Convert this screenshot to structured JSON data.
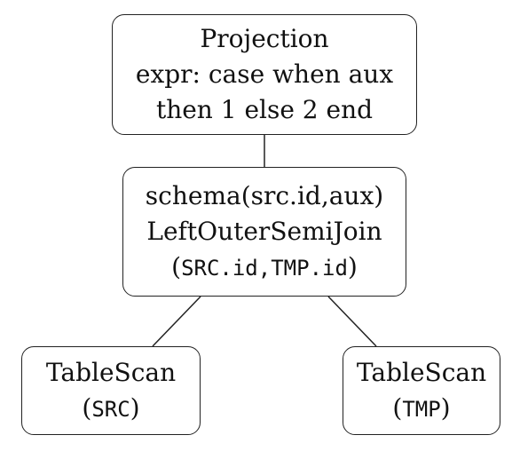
{
  "diagram": {
    "nodes": {
      "projection": {
        "lines": [
          "Projection",
          "expr: case when aux",
          "then 1 else 2 end"
        ]
      },
      "join": {
        "line1": "schema(src.id,aux)",
        "line2": "LeftOuterSemiJoin",
        "line3_open": "(",
        "line3_left": "SRC.id",
        "line3_sep": ",",
        "line3_right": "TMP.id",
        "line3_close": ")"
      },
      "scan_src": {
        "label": "TableScan",
        "open": "(",
        "table": "SRC",
        "close": ")"
      },
      "scan_tmp": {
        "label": "TableScan",
        "open": "(",
        "table": "TMP",
        "close": ")"
      }
    },
    "edges": [
      {
        "from": "projection",
        "to": "join"
      },
      {
        "from": "join",
        "to": "scan_src"
      },
      {
        "from": "join",
        "to": "scan_tmp"
      }
    ],
    "colors": {
      "stroke": "#222222",
      "background": "#ffffff",
      "text": "#111111"
    }
  }
}
